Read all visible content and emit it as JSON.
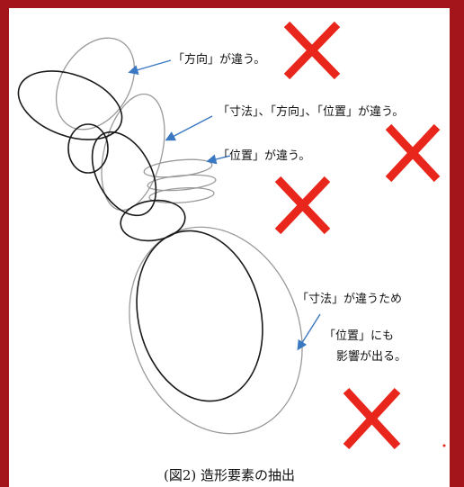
{
  "annotations": [
    {
      "id": "direction",
      "text": "「方向」が違う。"
    },
    {
      "id": "size-direction-position",
      "text": "「寸法」、「方向」、「位置」が違う。"
    },
    {
      "id": "position",
      "text": "「位置」が違う。"
    },
    {
      "id": "size-influence",
      "lines": [
        "「寸法」が違うため",
        "「位置」にも",
        "影響が出る。"
      ]
    }
  ],
  "caption": "(図2) 造形要素の抽出",
  "colors": {
    "frame": "#a4151b",
    "cross": "#e8261c",
    "arrow": "#3a78c2",
    "outline_dark": "#1a1a1a",
    "outline_light": "#9a9a9a"
  },
  "marks": {
    "cross_count": 4,
    "cross_icon": "red-x-icon",
    "arrow_icon": "blue-arrow-icon"
  }
}
